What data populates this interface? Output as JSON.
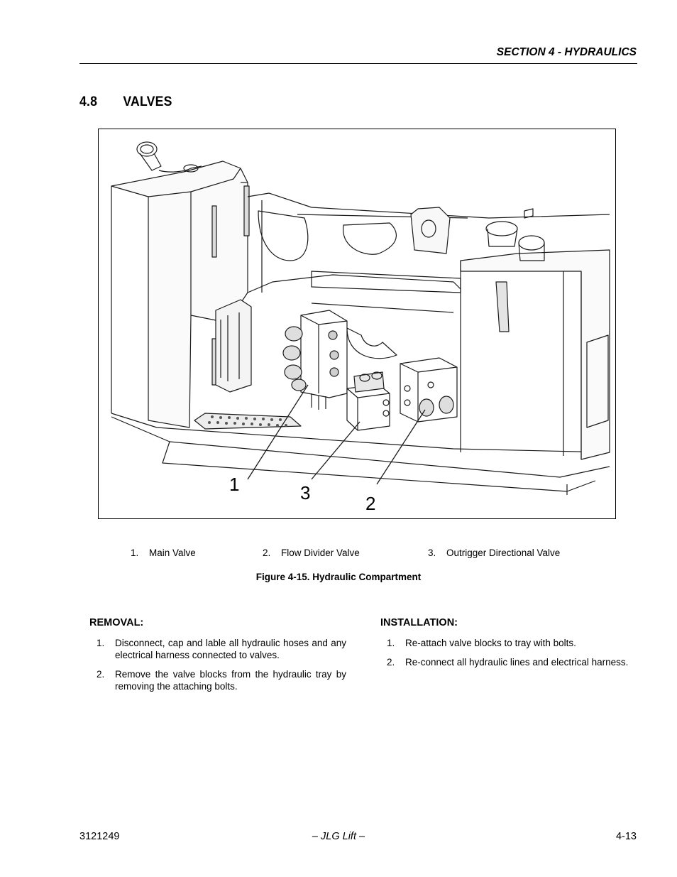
{
  "header": {
    "section_title": "SECTION 4 - HYDRAULICS"
  },
  "section": {
    "number": "4.8",
    "title": "VALVES"
  },
  "figure": {
    "callouts": [
      "1",
      "3",
      "2"
    ],
    "legend": [
      {
        "num": "1.",
        "label": "Main Valve"
      },
      {
        "num": "2.",
        "label": "Flow Divider Valve"
      },
      {
        "num": "3.",
        "label": "Outrigger Directional Valve"
      }
    ],
    "caption": "Figure 4-15.  Hydraulic Compartment"
  },
  "removal": {
    "heading": "REMOVAL:",
    "steps": [
      {
        "num": "1.",
        "text": "Disconnect, cap and lable all hydraulic hoses and any electrical harness connected to valves."
      },
      {
        "num": "2.",
        "text": "Remove the valve blocks from the hydraulic tray by removing the attaching bolts."
      }
    ]
  },
  "installation": {
    "heading": "INSTALLATION:",
    "steps": [
      {
        "num": "1.",
        "text": "Re-attach valve blocks to tray with bolts."
      },
      {
        "num": "2.",
        "text": "Re-connect all hydraulic lines and electrical harness."
      }
    ]
  },
  "footer": {
    "doc_number": "3121249",
    "brand": "– JLG Lift –",
    "page": "4-13"
  }
}
